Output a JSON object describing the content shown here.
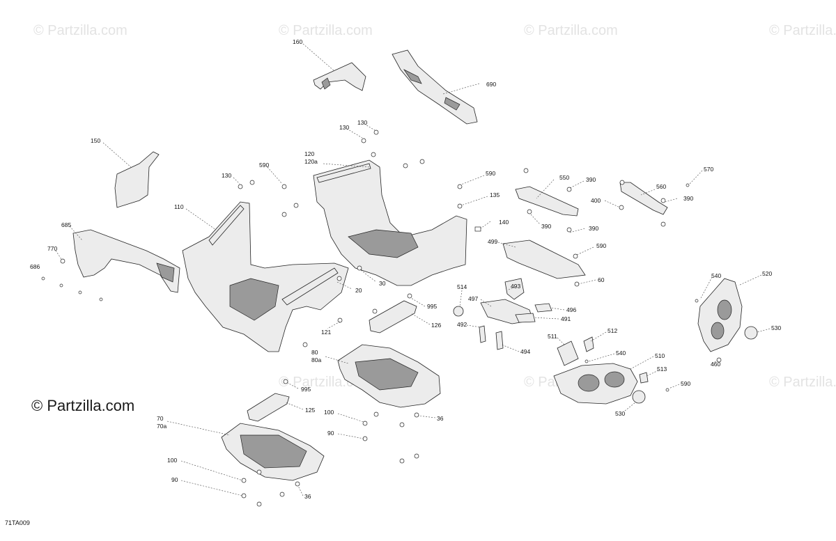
{
  "watermark": {
    "faint_text": "© Partzilla.com",
    "strong_text": "© Partzilla.com"
  },
  "diagram_code": "71TA009",
  "labels": [
    {
      "id": "160",
      "text": "160"
    },
    {
      "id": "690",
      "text": "690"
    },
    {
      "id": "150",
      "text": "150"
    },
    {
      "id": "130a",
      "text": "130"
    },
    {
      "id": "130b",
      "text": "130"
    },
    {
      "id": "120",
      "text": "120"
    },
    {
      "id": "120a",
      "text": "120a"
    },
    {
      "id": "130c",
      "text": "130"
    },
    {
      "id": "590a",
      "text": "590"
    },
    {
      "id": "110",
      "text": "110"
    },
    {
      "id": "685",
      "text": "685"
    },
    {
      "id": "770",
      "text": "770"
    },
    {
      "id": "686",
      "text": "686"
    },
    {
      "id": "20",
      "text": "20"
    },
    {
      "id": "30",
      "text": "30"
    },
    {
      "id": "121",
      "text": "121"
    },
    {
      "id": "590b",
      "text": "590"
    },
    {
      "id": "135",
      "text": "135"
    },
    {
      "id": "140",
      "text": "140"
    },
    {
      "id": "550",
      "text": "550"
    },
    {
      "id": "390a",
      "text": "390"
    },
    {
      "id": "400",
      "text": "400"
    },
    {
      "id": "390b",
      "text": "390"
    },
    {
      "id": "390c",
      "text": "390"
    },
    {
      "id": "560",
      "text": "560"
    },
    {
      "id": "390d",
      "text": "390"
    },
    {
      "id": "570",
      "text": "570"
    },
    {
      "id": "499",
      "text": "499"
    },
    {
      "id": "590c",
      "text": "590"
    },
    {
      "id": "60",
      "text": "60"
    },
    {
      "id": "514",
      "text": "514"
    },
    {
      "id": "493",
      "text": "493"
    },
    {
      "id": "497",
      "text": "497"
    },
    {
      "id": "496",
      "text": "496"
    },
    {
      "id": "491",
      "text": "491"
    },
    {
      "id": "492",
      "text": "492"
    },
    {
      "id": "494",
      "text": "494"
    },
    {
      "id": "995a",
      "text": "995"
    },
    {
      "id": "126",
      "text": "126"
    },
    {
      "id": "80",
      "text": "80"
    },
    {
      "id": "80a",
      "text": "80a"
    },
    {
      "id": "512",
      "text": "512"
    },
    {
      "id": "511",
      "text": "511"
    },
    {
      "id": "540a",
      "text": "540"
    },
    {
      "id": "510",
      "text": "510"
    },
    {
      "id": "513",
      "text": "513"
    },
    {
      "id": "590d",
      "text": "590"
    },
    {
      "id": "530a",
      "text": "530"
    },
    {
      "id": "540b",
      "text": "540"
    },
    {
      "id": "520",
      "text": "520"
    },
    {
      "id": "530b",
      "text": "530"
    },
    {
      "id": "460",
      "text": "460"
    },
    {
      "id": "995b",
      "text": "995"
    },
    {
      "id": "125",
      "text": "125"
    },
    {
      "id": "70",
      "text": "70"
    },
    {
      "id": "70a",
      "text": "70a"
    },
    {
      "id": "100a",
      "text": "100"
    },
    {
      "id": "90a",
      "text": "90"
    },
    {
      "id": "36a",
      "text": "36"
    },
    {
      "id": "100b",
      "text": "100"
    },
    {
      "id": "90b",
      "text": "90"
    },
    {
      "id": "36b",
      "text": "36"
    }
  ]
}
